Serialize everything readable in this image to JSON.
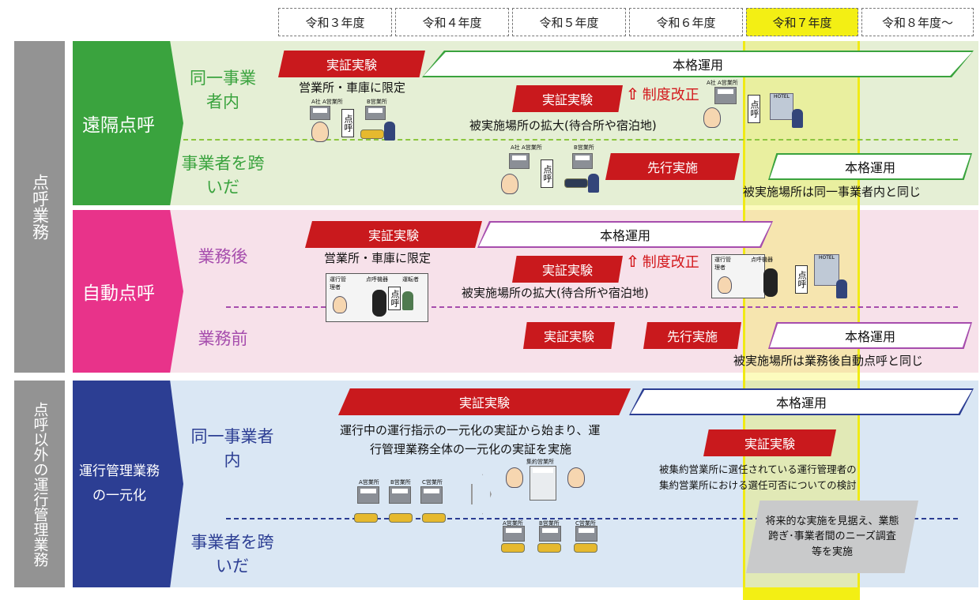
{
  "years": [
    "令和３年度",
    "令和４年度",
    "令和５年度",
    "令和６年度",
    "令和７年度",
    "令和８年度～"
  ],
  "side": {
    "tenko": "点呼業務",
    "other": "点呼以外の運行管理業務"
  },
  "rows": {
    "remote": {
      "label": "遠隔点呼",
      "same": "同一事業者内",
      "cross": "事業者を跨いだ",
      "same_trial1": "実証実験",
      "same_trial1_note": "営業所・車庫に限定",
      "same_full": "本格運用",
      "same_trial2": "実証実験",
      "same_trial2_note": "被実施場所の拡大(待合所や宿泊地)",
      "revision": "制度改正",
      "cross_advance": "先行実施",
      "cross_full": "本格運用",
      "cross_note": "被実施場所は同一事業者内と同じ"
    },
    "auto": {
      "label": "自動点呼",
      "after": "業務後",
      "before": "業務前",
      "after_trial1": "実証実験",
      "after_trial1_note": "営業所・車庫に限定",
      "after_full": "本格運用",
      "after_trial2": "実証実験",
      "after_trial2_note": "被実施場所の拡大(待合所や宿泊地)",
      "revision": "制度改正",
      "before_trial": "実証実験",
      "before_advance": "先行実施",
      "before_full": "本格運用",
      "before_note": "被実施場所は業務後自動点呼と同じ"
    },
    "unify": {
      "label": "運行管理業務の一元化",
      "same": "同一事業者内",
      "cross": "事業者を跨いだ",
      "trial1": "実証実験",
      "full": "本格運用",
      "trial1_note1": "運行中の運行指示の一元化の実証から始まり、運",
      "trial1_note2": "行管理業務全体の一元化の実証を実施",
      "trial2": "実証実験",
      "trial2_note1": "被集約営業所に選任されている運行管理者の",
      "trial2_note2": "集約営業所における選任可否についての検討",
      "future": "将来的な実施を見据え、業態跨ぎ･事業者間のニーズ調査等を実施"
    }
  },
  "illus": {
    "a_office": "A社 A営業所",
    "b_office": "B営業所",
    "hotel": "HOTEL",
    "tenko": "点呼",
    "manager": "運行管理者",
    "device": "点呼機器",
    "driver": "運転者",
    "hub": "集約営業所",
    "sites": [
      "A営業所",
      "B営業所",
      "C営業所"
    ]
  },
  "colors": {
    "green": "#3aa33e",
    "pink": "#e8338a",
    "navy": "#2c3e93",
    "red": "#c9191d",
    "highlight": "#f3ef14"
  }
}
